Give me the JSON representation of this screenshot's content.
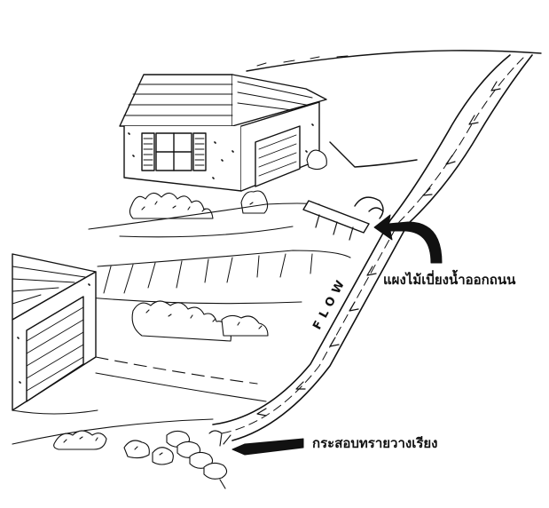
{
  "labels": {
    "deflector": "แผงไม้เบี่ยงน้ำออกถนน",
    "sandbags": "กระสอบทรายวางเรียง"
  },
  "flow_text": "FLOW",
  "colors": {
    "ink": "#111111",
    "paper": "#ffffff"
  },
  "icons": {
    "deflector_pointer": "curved-arrow-icon",
    "sandbag_pointer": "wedge-arrow-icon"
  }
}
